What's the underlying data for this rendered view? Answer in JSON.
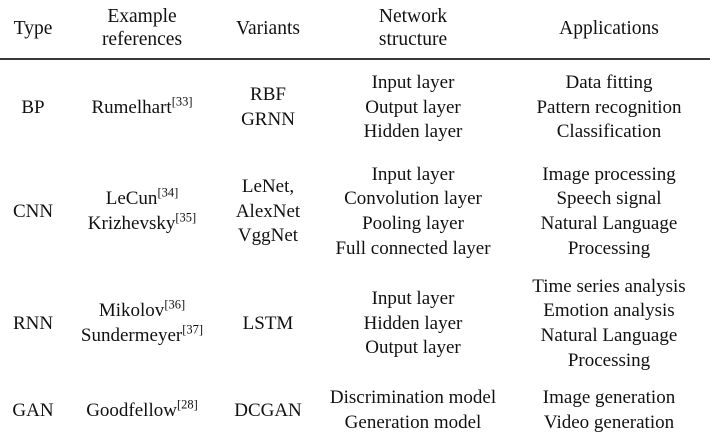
{
  "table": {
    "columns": [
      {
        "id": "type",
        "header_lines": [
          "Type"
        ]
      },
      {
        "id": "refs",
        "header_lines": [
          "Example",
          "references"
        ]
      },
      {
        "id": "variants",
        "header_lines": [
          "Variants"
        ]
      },
      {
        "id": "structure",
        "header_lines": [
          "Network",
          "structure"
        ]
      },
      {
        "id": "apps",
        "header_lines": [
          "Applications"
        ]
      }
    ],
    "rows": [
      {
        "id": "bp",
        "type": "BP",
        "references": [
          {
            "name": "Rumelhart",
            "ref": "[33]"
          }
        ],
        "variants": [
          "RBF",
          "GRNN"
        ],
        "structure": [
          "Input layer",
          "Output layer",
          "Hidden layer"
        ],
        "applications": [
          "Data fitting",
          "Pattern recognition",
          "Classification"
        ]
      },
      {
        "id": "cnn",
        "type": "CNN",
        "references": [
          {
            "name": "LeCun",
            "ref": "[34]"
          },
          {
            "name": "Krizhevsky",
            "ref": "[35]"
          }
        ],
        "variants": [
          "LeNet,",
          "AlexNet",
          "VggNet"
        ],
        "structure": [
          "Input layer",
          "Convolution layer",
          "Pooling layer",
          "Full connected layer"
        ],
        "applications": [
          "Image processing",
          "Speech signal",
          "Natural Language",
          "Processing"
        ]
      },
      {
        "id": "rnn",
        "type": "RNN",
        "references": [
          {
            "name": "Mikolov",
            "ref": "[36]"
          },
          {
            "name": "Sundermeyer",
            "ref": "[37]"
          }
        ],
        "variants": [
          "LSTM"
        ],
        "structure": [
          "Input layer",
          "Hidden layer",
          "Output layer"
        ],
        "applications": [
          "Time series analysis",
          "Emotion analysis",
          "Natural Language",
          "Processing"
        ]
      },
      {
        "id": "gan",
        "type": "GAN",
        "references": [
          {
            "name": "Goodfellow",
            "ref": "[28]"
          }
        ],
        "variants": [
          "DCGAN"
        ],
        "structure": [
          "Discrimination model",
          "Generation model"
        ],
        "applications": [
          "Image generation",
          "Video generation"
        ]
      }
    ],
    "rule_color": "#3a3a3a"
  }
}
